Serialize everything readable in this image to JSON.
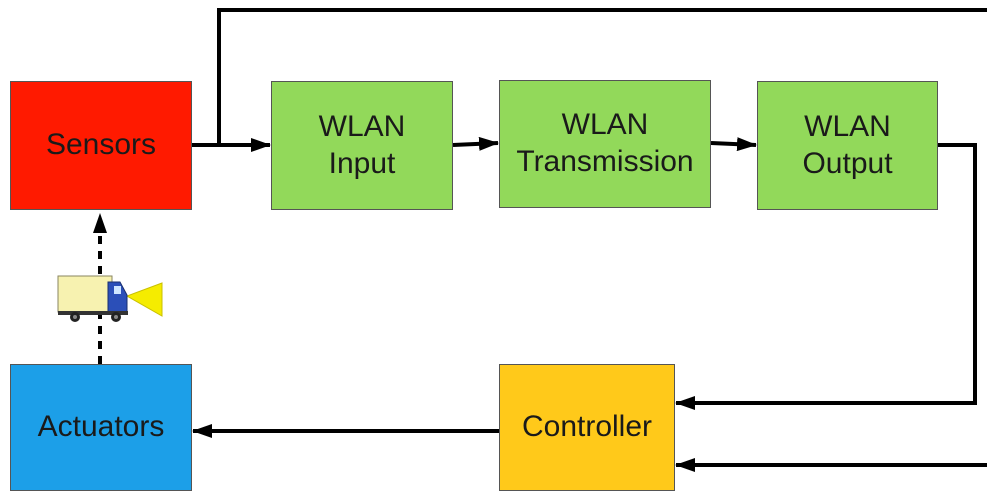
{
  "blocks": {
    "sensors": {
      "label": "Sensors",
      "color": "#ff1a00"
    },
    "wlan_input": {
      "line1": "WLAN",
      "line2": "Input",
      "color": "#92d95a"
    },
    "wlan_transmission": {
      "line1": "WLAN",
      "line2": "Transmission",
      "color": "#92d95a"
    },
    "wlan_output": {
      "line1": "WLAN",
      "line2": "Output",
      "color": "#92d95a"
    },
    "controller": {
      "label": "Controller",
      "color": "#ffc91a"
    },
    "actuators": {
      "label": "Actuators",
      "color": "#1c9fe8"
    }
  },
  "icons": {
    "vehicle": "truck-with-headlight-icon"
  }
}
